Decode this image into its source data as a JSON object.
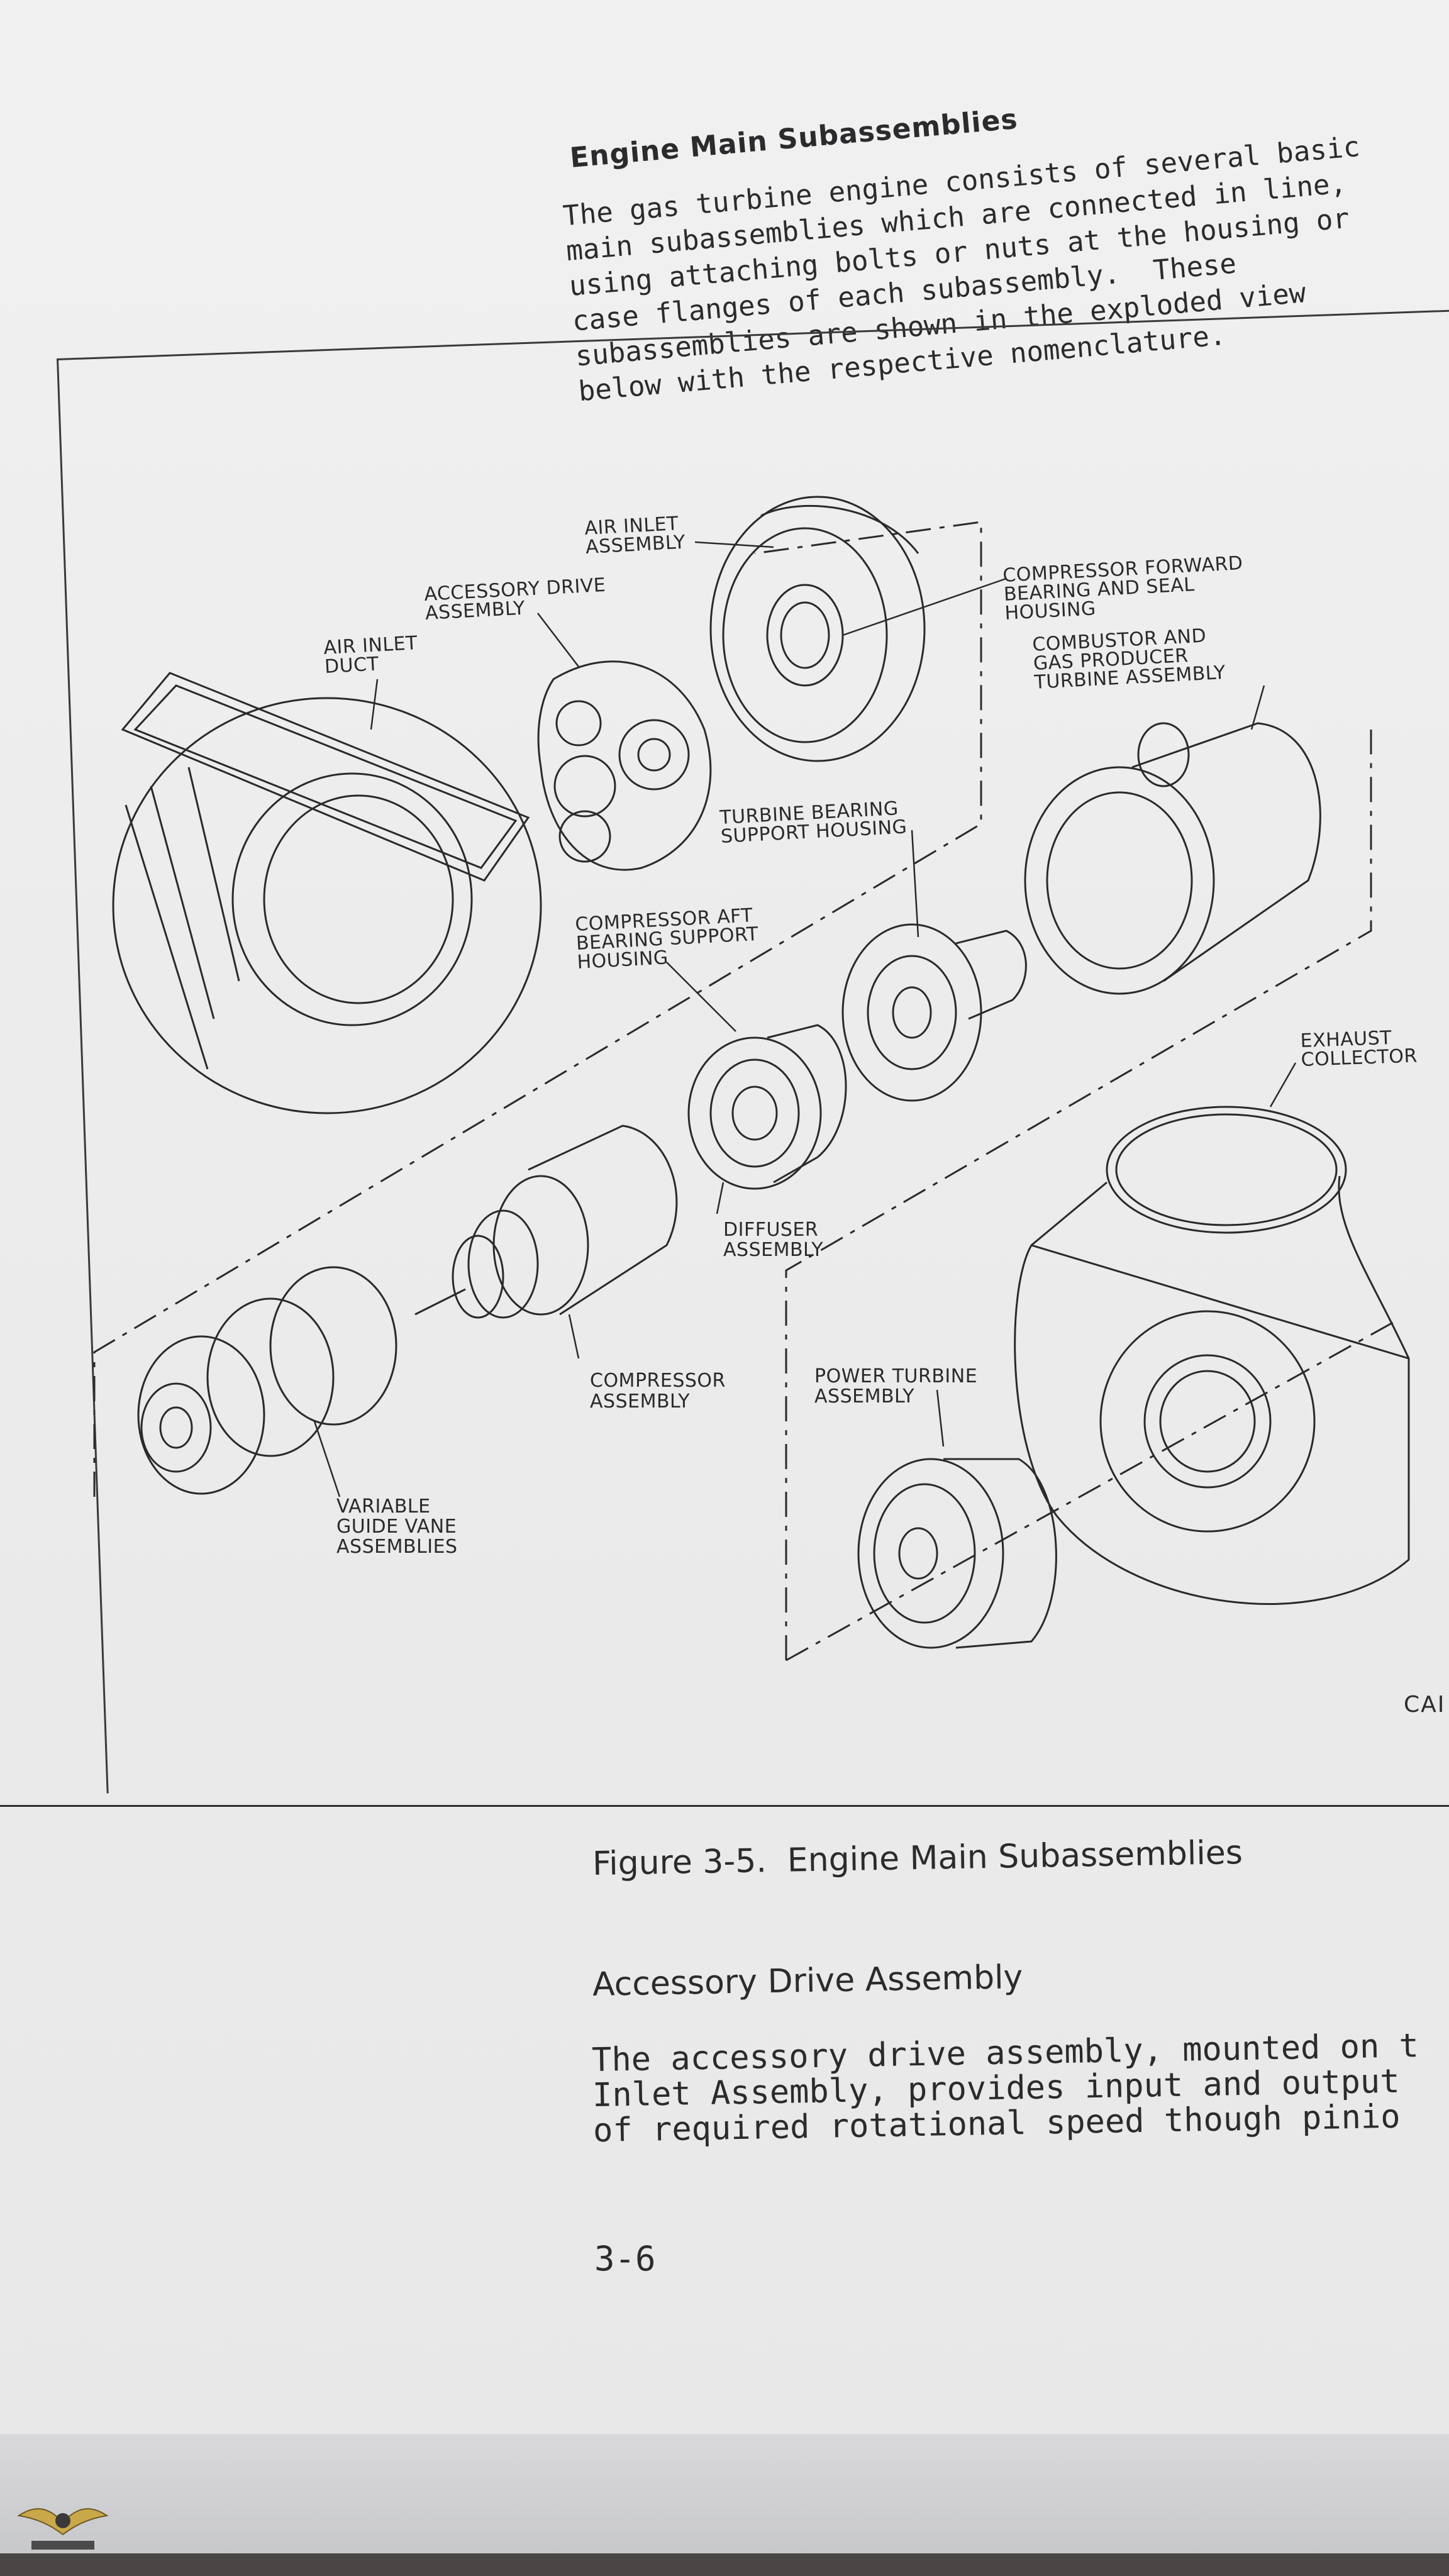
{
  "doc": {
    "heading": "Engine Main Subassemblies",
    "intro_lines": [
      "The gas turbine engine consists of several basic",
      "main subassemblies which are connected in line,",
      "using attaching bolts or nuts at the housing or",
      "case flanges of each subassembly.  These",
      "subassemblies are shown in the exploded view",
      "below with the respective nomenclature."
    ],
    "figure_caption": "Figure 3-5.  Engine Main Subassemblies",
    "corner_mark": "CAI",
    "section_heading": "Accessory Drive Assembly",
    "section_lines": [
      "The accessory drive assembly, mounted on t",
      "Inlet Assembly, provides input and output",
      "of required rotational speed though pinio"
    ],
    "page_number": "3-6"
  },
  "diagram": {
    "labels": {
      "air_inlet_assembly": [
        "AIR INLET",
        "ASSEMBLY"
      ],
      "accessory_drive": [
        "ACCESSORY DRIVE",
        "ASSEMBLY"
      ],
      "air_inlet_duct": [
        "AIR INLET",
        "DUCT"
      ],
      "compressor_forward": [
        "COMPRESSOR FORWARD",
        "BEARING AND SEAL",
        "HOUSING"
      ],
      "combustor": [
        "COMBUSTOR AND",
        "GAS PRODUCER",
        "TURBINE ASSEMBLY"
      ],
      "turbine_bearing": [
        "TURBINE BEARING",
        "SUPPORT HOUSING"
      ],
      "compressor_aft": [
        "COMPRESSOR AFT",
        "BEARING SUPPORT",
        "HOUSING"
      ],
      "exhaust_collector": [
        "EXHAUST",
        "COLLECTOR"
      ],
      "diffuser": [
        "DIFFUSER",
        "ASSEMBLY"
      ],
      "compressor_assembly": [
        "COMPRESSOR",
        "ASSEMBLY"
      ],
      "power_turbine": [
        "POWER TURBINE",
        "ASSEMBLY"
      ],
      "variable_guide_vane": [
        "VARIABLE",
        "GUIDE VANE",
        "ASSEMBLIES"
      ]
    }
  }
}
